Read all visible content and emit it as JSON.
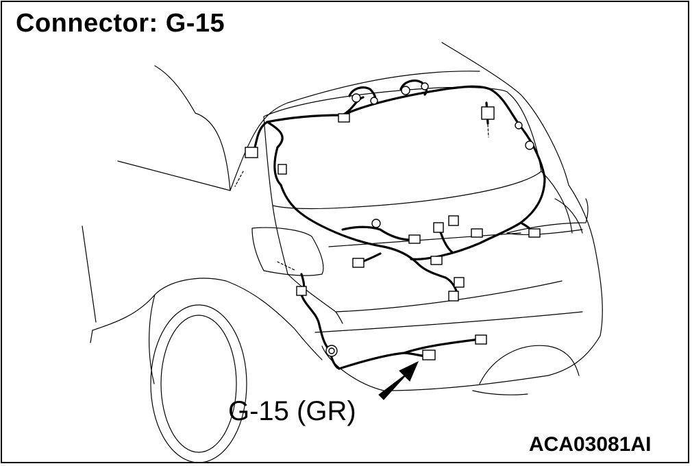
{
  "diagram": {
    "title": "Connector: G-15",
    "callout_label": "G-15 (GR)",
    "figure_code": "ACA03081AI"
  },
  "colors": {
    "line": "#000000",
    "background": "#ffffff"
  }
}
